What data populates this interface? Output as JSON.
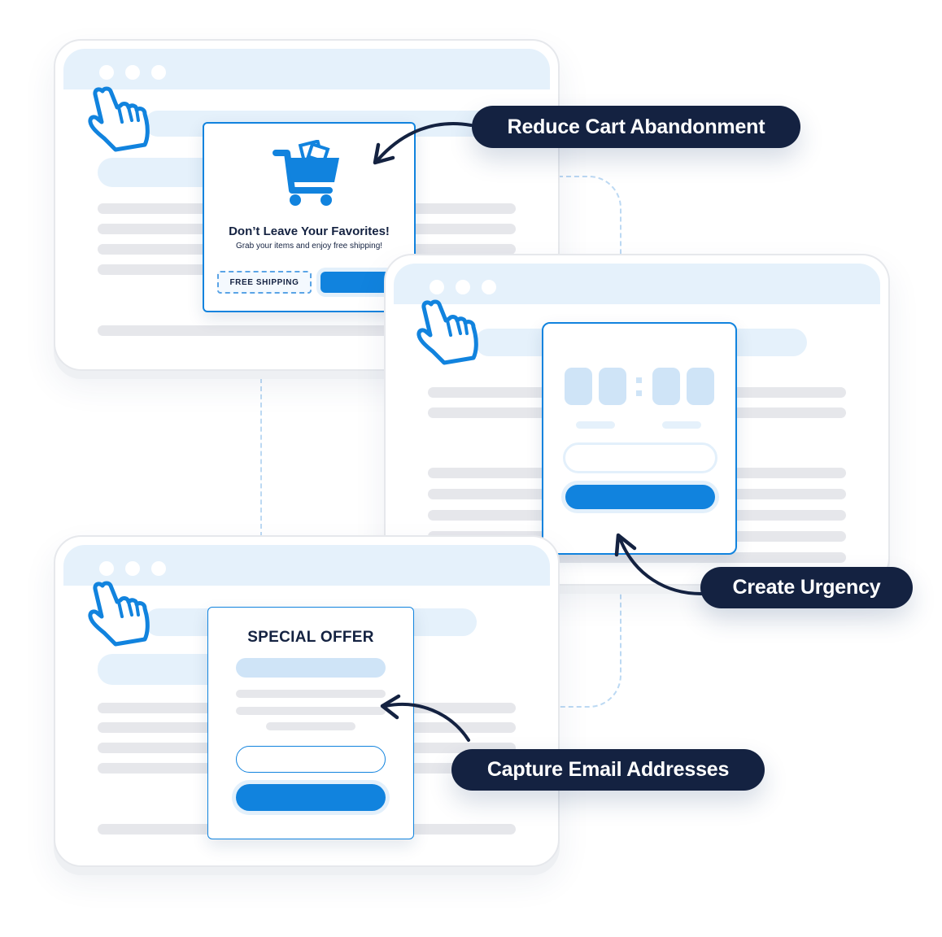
{
  "colors": {
    "accent_blue": "#1183de",
    "navy": "#142241",
    "light_blue": "#e5f1fb",
    "placeholder_blue": "#cfe4f7",
    "gray_bar": "#e6e7eb"
  },
  "callouts": [
    {
      "label": "Reduce Cart Abandonment",
      "icon": "curved-arrow-icon"
    },
    {
      "label": "Create Urgency",
      "icon": "curved-arrow-icon"
    },
    {
      "label": "Capture Email Addresses",
      "icon": "curved-arrow-icon"
    }
  ],
  "windows": [
    {
      "name": "cart-abandonment-window",
      "popup": {
        "icon": "shopping-cart-icon",
        "title": "Don’t Leave Your Favorites!",
        "subtitle": "Grab your items and enjoy free shipping!",
        "coupon_label": "FREE SHIPPING",
        "cta_label": ""
      }
    },
    {
      "name": "urgency-window",
      "popup": {
        "icon": "countdown-timer-icon",
        "timer_separator": ":",
        "email_placeholder": "",
        "cta_label": ""
      }
    },
    {
      "name": "email-capture-window",
      "popup": {
        "title": "SPECIAL OFFER",
        "email_placeholder": "",
        "cta_label": ""
      }
    }
  ]
}
